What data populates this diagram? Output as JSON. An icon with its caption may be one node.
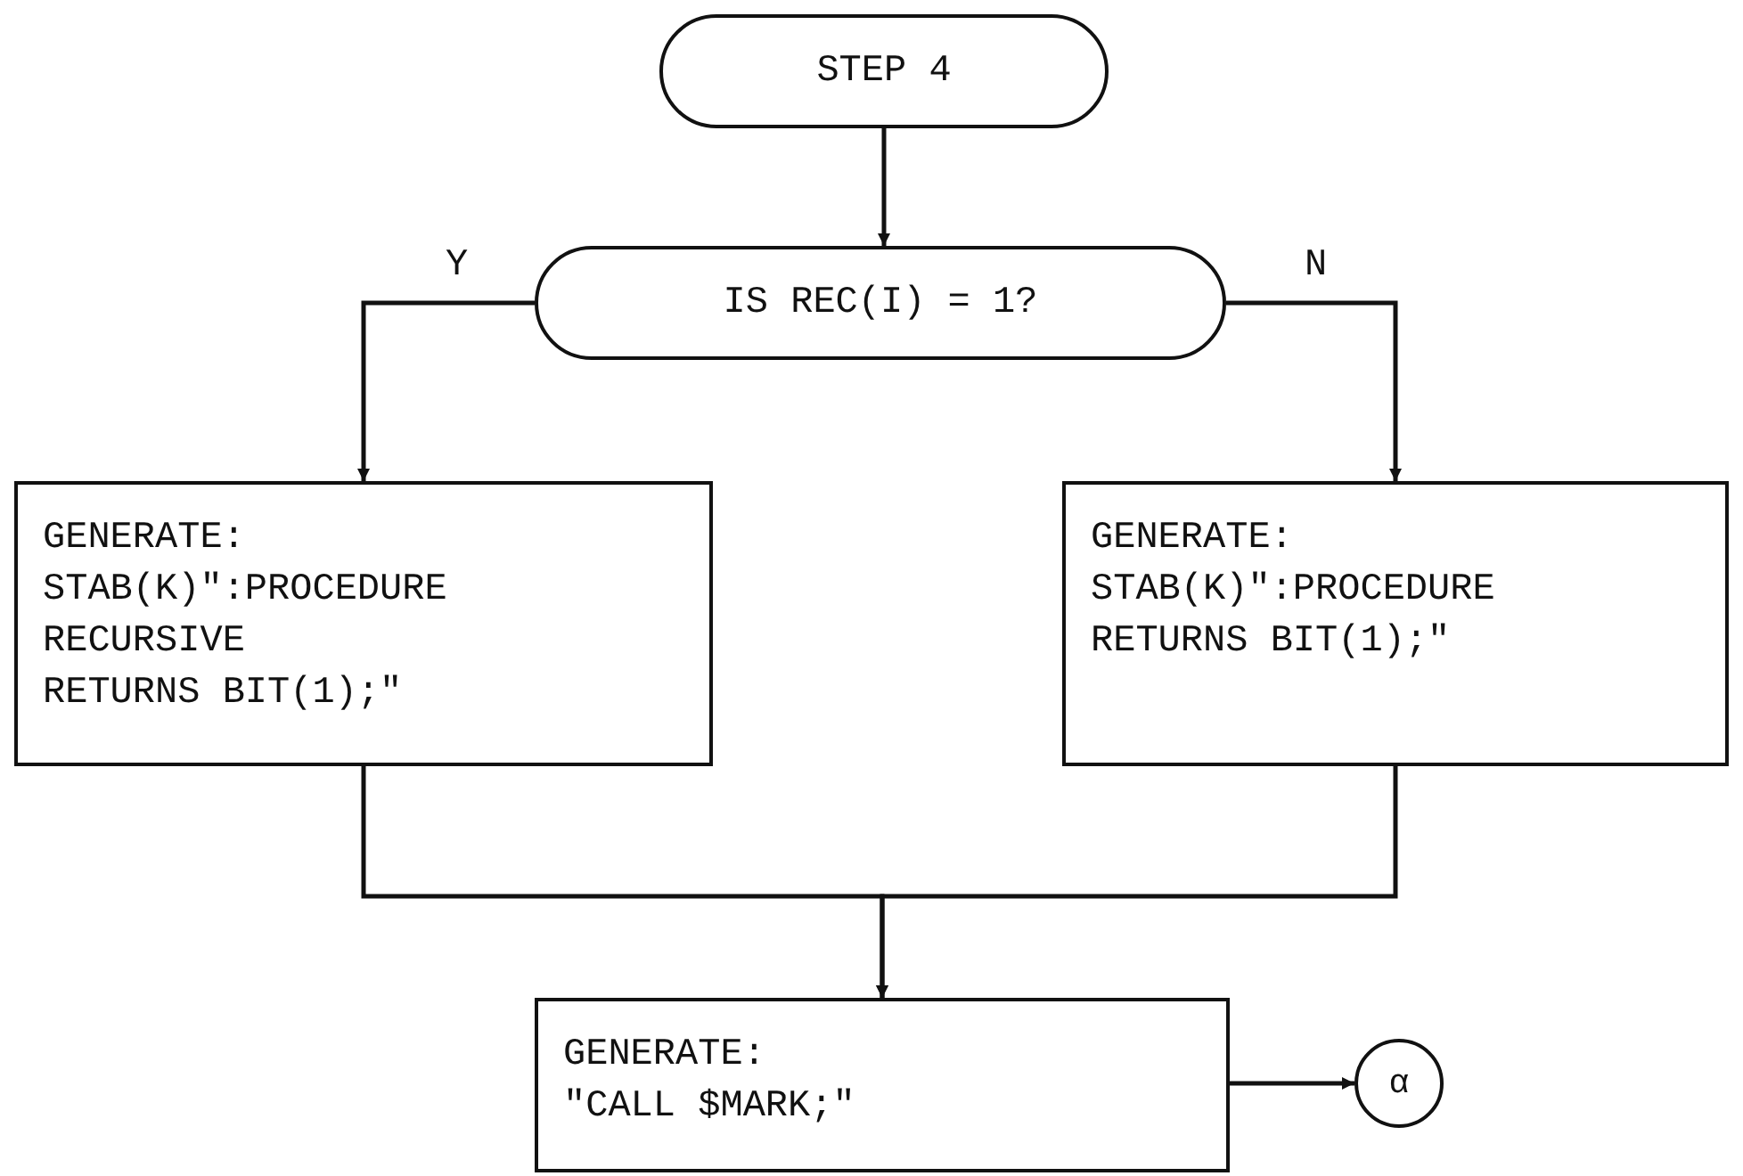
{
  "diagram": {
    "nodes": [
      {
        "text": [
          "STEP 4"
        ]
      },
      {
        "text": [
          "IS REC(I) = 1?"
        ]
      },
      {
        "text": [
          "GENERATE:",
          "STAB(K)\":PROCEDURE",
          "RECURSIVE",
          "RETURNS BIT(1);\""
        ]
      },
      {
        "text": [
          "GENERATE:",
          "STAB(K)\":PROCEDURE",
          "RETURNS BIT(1);\""
        ]
      },
      {
        "text": [
          "GENERATE:",
          "\"CALL $MARK;\""
        ]
      },
      {
        "text": [
          "α"
        ]
      }
    ],
    "edges": [
      {
        "from": 0,
        "to": 1,
        "arrow": "to"
      },
      {
        "from": 1,
        "to": 2,
        "arrow": "to",
        "label": "Y"
      },
      {
        "from": 1,
        "to": 3,
        "arrow": "to",
        "label": "N"
      },
      {
        "from": 2,
        "to": 4,
        "arrow": "to"
      },
      {
        "from": 3,
        "to": 4,
        "arrow": "to"
      },
      {
        "from": 4,
        "to": 5,
        "arrow": "to"
      }
    ]
  }
}
